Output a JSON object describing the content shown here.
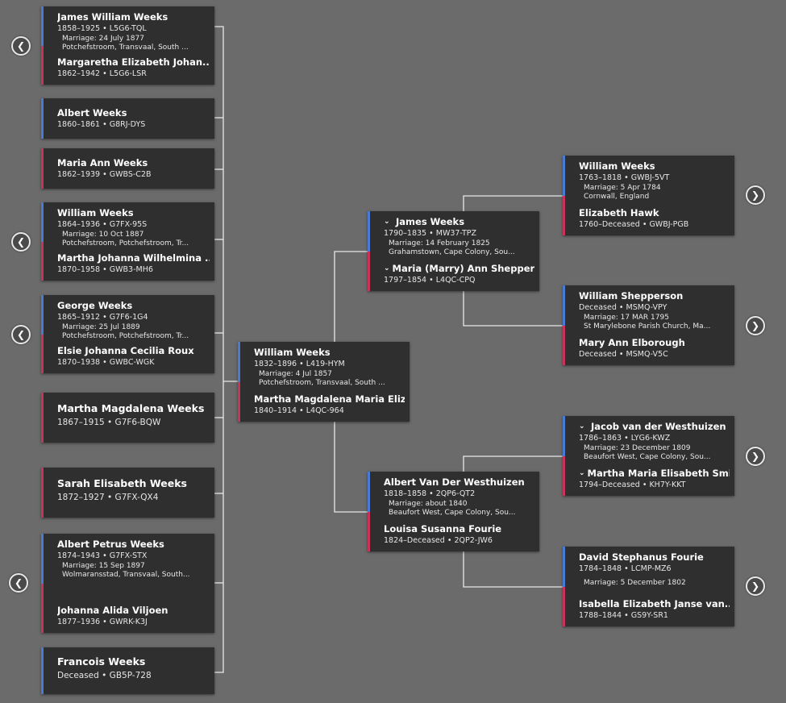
{
  "colors": {
    "father": "#4a7bd4",
    "mother": "#c9335a",
    "card": "#2f2f2f",
    "background": "#6b6b6b",
    "line": "#e8e8e8"
  },
  "icons": {
    "nav_left": "chevron-left-icon",
    "nav_right": "chevron-right-icon",
    "expand": "chevron-down-icon"
  },
  "glyphs": {
    "left": "❮",
    "right": "❯",
    "expand": "⌄"
  },
  "children": [
    {
      "husband": {
        "name": "James William Weeks",
        "dates": "1858–1925 • L5G6-TQL"
      },
      "marriage": [
        "Marriage: 24 July 1877",
        "Potchefstroom, Transvaal, South ..."
      ],
      "wife": {
        "name": "Margaretha Elizabeth Johan...",
        "dates": "1862–1942 • L5G6-LSR"
      }
    },
    {
      "single": {
        "name": "Albert Weeks",
        "dates": "1860–1861 • G8RJ-DYS"
      }
    },
    {
      "single": {
        "name": "Maria Ann Weeks",
        "dates": "1862–1939 • GWBS-C2B"
      }
    },
    {
      "husband": {
        "name": "William Weeks",
        "dates": "1864–1936 • G7FX-95S"
      },
      "marriage": [
        "Marriage: 10 Oct 1887",
        "Potchefstroom, Potchefstroom, Tr..."
      ],
      "wife": {
        "name": "Martha Johanna Wilhelmina ...",
        "dates": "1870–1958 • GWB3-MH6"
      }
    },
    {
      "husband": {
        "name": "George Weeks",
        "dates": "1865–1912 • G7F6-1G4"
      },
      "marriage": [
        "Marriage: 25 Jul 1889",
        "Potchefstroom, Potchefstroom, Tr..."
      ],
      "wife": {
        "name": "Elsie Johanna Cecilia Roux",
        "dates": "1870–1938 • GWBC-WGK"
      }
    },
    {
      "single": {
        "name": "Martha Magdalena Weeks",
        "dates": "1867–1915 • G7F6-BQW"
      }
    },
    {
      "single": {
        "name": "Sarah Elisabeth Weeks",
        "dates": "1872–1927 • G7FX-QX4"
      }
    },
    {
      "husband": {
        "name": "Albert Petrus Weeks",
        "dates": "1874–1943 • G7FX-STX"
      },
      "marriage": [
        "Marriage: 15 Sep 1897",
        "Wolmaransstad, Transvaal, South..."
      ],
      "wife": {
        "name": "Johanna Alida Viljoen",
        "dates": "1877–1936 • GWRK-K3J"
      }
    },
    {
      "single": {
        "name": "Francois Weeks",
        "dates": "Deceased • GB5P-728"
      }
    }
  ],
  "focus": {
    "husband": {
      "name": "William Weeks",
      "dates": "1832–1896 • L419-HYM"
    },
    "marriage": [
      "Marriage: 4 Jul 1857",
      "Potchefstroom, Transvaal, South ..."
    ],
    "wife": {
      "name": "Martha Magdalena Maria Eliz...",
      "dates": "1840–1914 • L4QC-964"
    }
  },
  "parents": [
    {
      "husband": {
        "name": "James Weeks",
        "dates": "1790–1835 • MW37-TPZ"
      },
      "marriage": [
        "Marriage: 14 February 1825",
        "Grahamstown, Cape Colony, Sou..."
      ],
      "wife": {
        "name": "Maria (Marry) Ann Sheppers...",
        "dates": "1797–1854 • L4QC-CPQ"
      }
    },
    {
      "husband": {
        "name": "Albert Van Der Westhuizen",
        "dates": "1818–1858 • 2QP6-QT2"
      },
      "marriage": [
        "Marriage: about 1840",
        "Beaufort West, Cape Colony, Sou..."
      ],
      "wife": {
        "name": "Louisa Susanna Fourie",
        "dates": "1824–Deceased • 2QP2-JW6"
      }
    }
  ],
  "grandparents": [
    {
      "husband": {
        "name": "William Weeks",
        "dates": "1763–1818 • GWBJ-5VT"
      },
      "marriage": [
        "Marriage: 5 Apr 1784",
        "Cornwall, England"
      ],
      "wife": {
        "name": "Elizabeth Hawk",
        "dates": "1760–Deceased • GWBJ-PGB"
      }
    },
    {
      "husband": {
        "name": "William Shepperson",
        "dates": "Deceased • MSMQ-VPY"
      },
      "marriage": [
        "Marriage: 17 MAR 1795",
        "St Marylebone Parish Church, Ma..."
      ],
      "wife": {
        "name": "Mary Ann Elborough",
        "dates": "Deceased • MSMQ-V5C"
      }
    },
    {
      "husband": {
        "name": "Jacob van der Westhuizen",
        "dates": "1786–1863 • LYG6-KWZ"
      },
      "marriage": [
        "Marriage: 23 December 1809",
        "Beaufort West, Cape Colony, Sou..."
      ],
      "wife": {
        "name": "Martha Maria Elisabeth Smit",
        "dates": "1794–Deceased • KH7Y-KKT"
      }
    },
    {
      "husband": {
        "name": "David Stephanus Fourie",
        "dates": "1784–1848 • LCMP-MZ6"
      },
      "marriage": [
        "Marriage: 5 December 1802"
      ],
      "wife": {
        "name": "Isabella Elizabeth Janse van...",
        "dates": "1788–1844 • GS9Y-SR1"
      }
    }
  ]
}
